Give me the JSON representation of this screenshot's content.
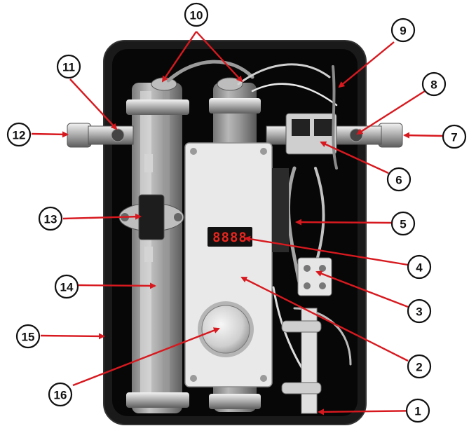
{
  "diagram": {
    "colors": {
      "leader": "#d7191f",
      "housing": "#0b0b0b",
      "cover": "#e9e9e9",
      "display_digits": "#e8261e"
    },
    "display_readout": "8888",
    "callouts": [
      {
        "label": "1"
      },
      {
        "label": "2"
      },
      {
        "label": "3"
      },
      {
        "label": "4"
      },
      {
        "label": "5"
      },
      {
        "label": "6"
      },
      {
        "label": "7"
      },
      {
        "label": "8"
      },
      {
        "label": "9"
      },
      {
        "label": "10"
      },
      {
        "label": "11"
      },
      {
        "label": "12"
      },
      {
        "label": "13"
      },
      {
        "label": "14"
      },
      {
        "label": "15"
      },
      {
        "label": "16"
      }
    ]
  }
}
